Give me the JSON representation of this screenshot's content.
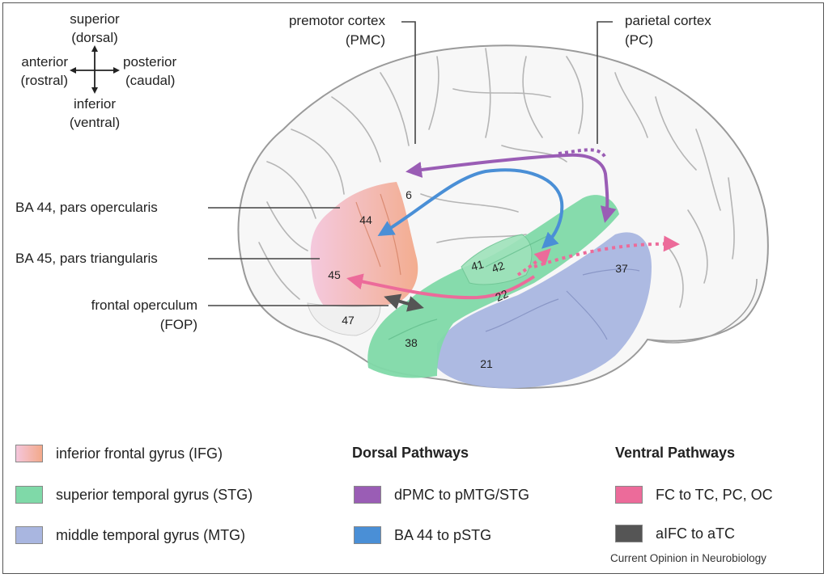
{
  "orientation": {
    "superior": "superior",
    "dorsal": "(dorsal)",
    "anterior": "anterior",
    "rostral": "(rostral)",
    "posterior": "posterior",
    "caudal": "(caudal)",
    "inferior": "inferior",
    "ventral": "(ventral)"
  },
  "callouts": {
    "premotor_line1": "premotor cortex",
    "premotor_line2": "(PMC)",
    "parietal_line1": "parietal cortex",
    "parietal_line2": "(PC)",
    "ba44": "BA 44, pars opercularis",
    "ba45": "BA 45, pars triangularis",
    "fop_line1": "frontal operculum",
    "fop_line2": "(FOP)"
  },
  "areas": {
    "a6": "6",
    "a44": "44",
    "a45": "45",
    "a47": "47",
    "a41": "41",
    "a42": "42",
    "a22": "22",
    "a37": "37",
    "a38": "38",
    "a21": "21"
  },
  "colors": {
    "ifg": "#f4b9a0",
    "ifg_pink": "#f2c4d6",
    "stg": "#7fd9a8",
    "mtg": "#a9b6e0",
    "dorsal_purple": "#9a5db5",
    "dorsal_blue": "#4a8fd6",
    "ventral_pink": "#ec6b9a",
    "ventral_grey": "#555555"
  },
  "legend": {
    "regions": [
      {
        "label": "inferior frontal gyrus (IFG)"
      },
      {
        "label": "superior temporal gyrus (STG)"
      },
      {
        "label": "middle temporal gyrus (MTG)"
      }
    ],
    "dorsal_title": "Dorsal Pathways",
    "dorsal": [
      {
        "label": "dPMC to pMTG/STG"
      },
      {
        "label": "BA 44 to pSTG"
      }
    ],
    "ventral_title": "Ventral Pathways",
    "ventral": [
      {
        "label": "FC to TC, PC, OC"
      },
      {
        "label": "aIFC to aTC"
      }
    ]
  },
  "credit": "Current Opinion in Neurobiology"
}
